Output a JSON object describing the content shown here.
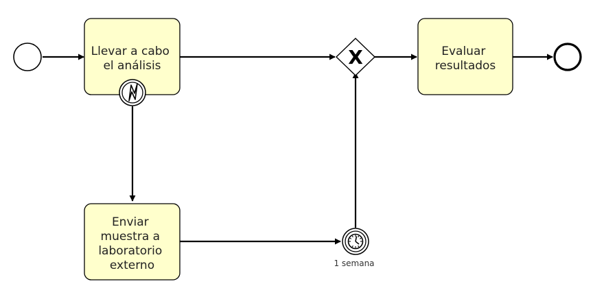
{
  "diagram": {
    "colors": {
      "task_fill": "#ffffcc",
      "stroke": "#000000",
      "event_fill": "#ffffff",
      "text": "#222222"
    },
    "tasks": [
      {
        "id": "analisis",
        "lines": [
          "Llevar a cabo",
          "el análisis"
        ]
      },
      {
        "id": "evaluar",
        "lines": [
          "Evaluar",
          "resultados"
        ]
      },
      {
        "id": "enviar",
        "lines": [
          "Enviar",
          "muestra a",
          "laboratorio",
          "externo"
        ]
      }
    ],
    "timer_label": "1 semana",
    "gateway_marker": "X",
    "icons": {
      "boundary_event": "lightning-escalation-icon",
      "timer_event": "clock-icon"
    }
  }
}
